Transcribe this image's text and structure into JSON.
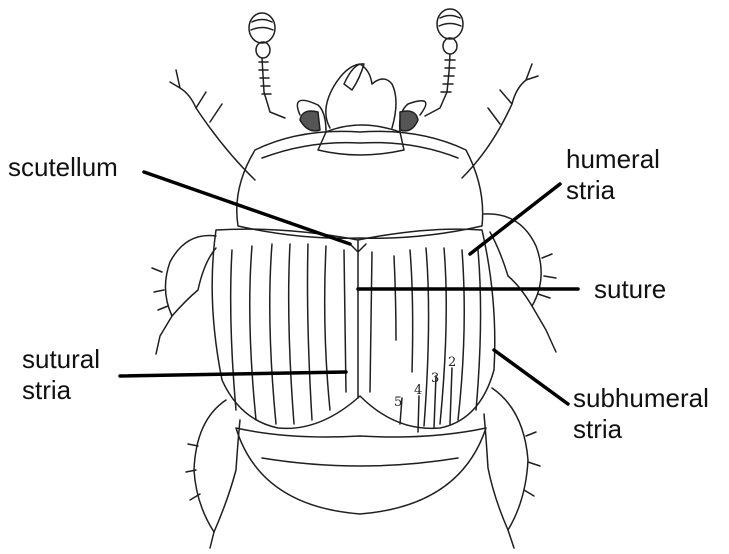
{
  "labels": {
    "scutellum": "scutellum",
    "humeral_stria": "humeral\nstria",
    "suture": "suture",
    "sutural_stria": "sutural\nstria",
    "subhumeral_stria": "subhumeral\nstria"
  },
  "stria_numbers": [
    "2",
    "3",
    "4",
    "5"
  ],
  "colors": {
    "ink": "#111111",
    "drawing": "#1f1f1f",
    "background": "#ffffff"
  }
}
